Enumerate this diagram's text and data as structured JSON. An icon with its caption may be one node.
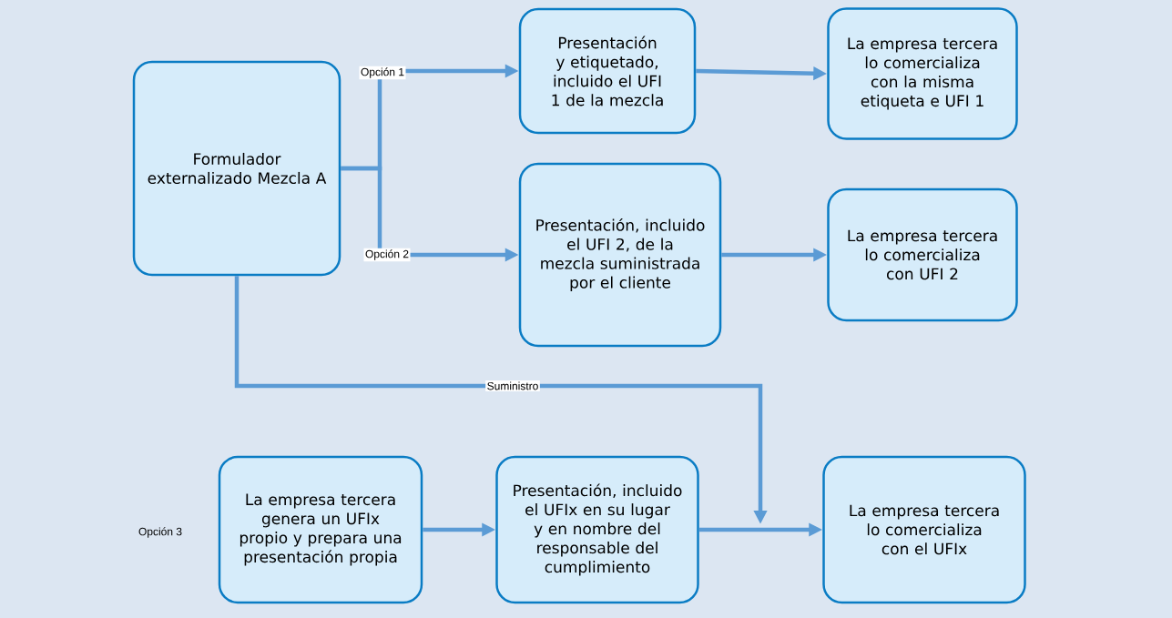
{
  "diagram": {
    "nodes": [
      {
        "text": [
          "Formulador externalizado Mezcla A"
        ]
      },
      {
        "text": [
          "Presentación y etiquetado, incluido el UFI 1 de la mezcla"
        ]
      },
      {
        "text": [
          "La empresa tercera lo comercializa con la misma etiqueta e UFI 1"
        ]
      },
      {
        "text": [
          "Presentación, incluido el UFI 2, de la mezcla suministrada por el cliente"
        ]
      },
      {
        "text": [
          "La empresa tercera lo comercializa con UFI 2"
        ]
      },
      {
        "text": [
          "La empresa tercera genera un UFIx propio y prepara una presentación propia"
        ]
      },
      {
        "text": [
          "Presentación, incluido el UFIx en su lugar y en nombre del responsable del cumplimiento"
        ]
      },
      {
        "text": [
          "La empresa tercera lo comercializa con el UFIx"
        ]
      }
    ],
    "edges": [
      {
        "from": 0,
        "to": 1,
        "arrow": "to",
        "label": "Opción 1"
      },
      {
        "from": 0,
        "to": 3,
        "arrow": "to",
        "label": "Opción 2"
      },
      {
        "from": 1,
        "to": 2,
        "arrow": "to"
      },
      {
        "from": 3,
        "to": 4,
        "arrow": "to"
      },
      {
        "from": 0,
        "to": null,
        "arrow": "to",
        "label": "Suministro"
      },
      {
        "from": 5,
        "to": 6,
        "arrow": "to"
      },
      {
        "from": 6,
        "to": 7,
        "arrow": "to"
      }
    ],
    "labels": [
      "Opción 3"
    ]
  }
}
